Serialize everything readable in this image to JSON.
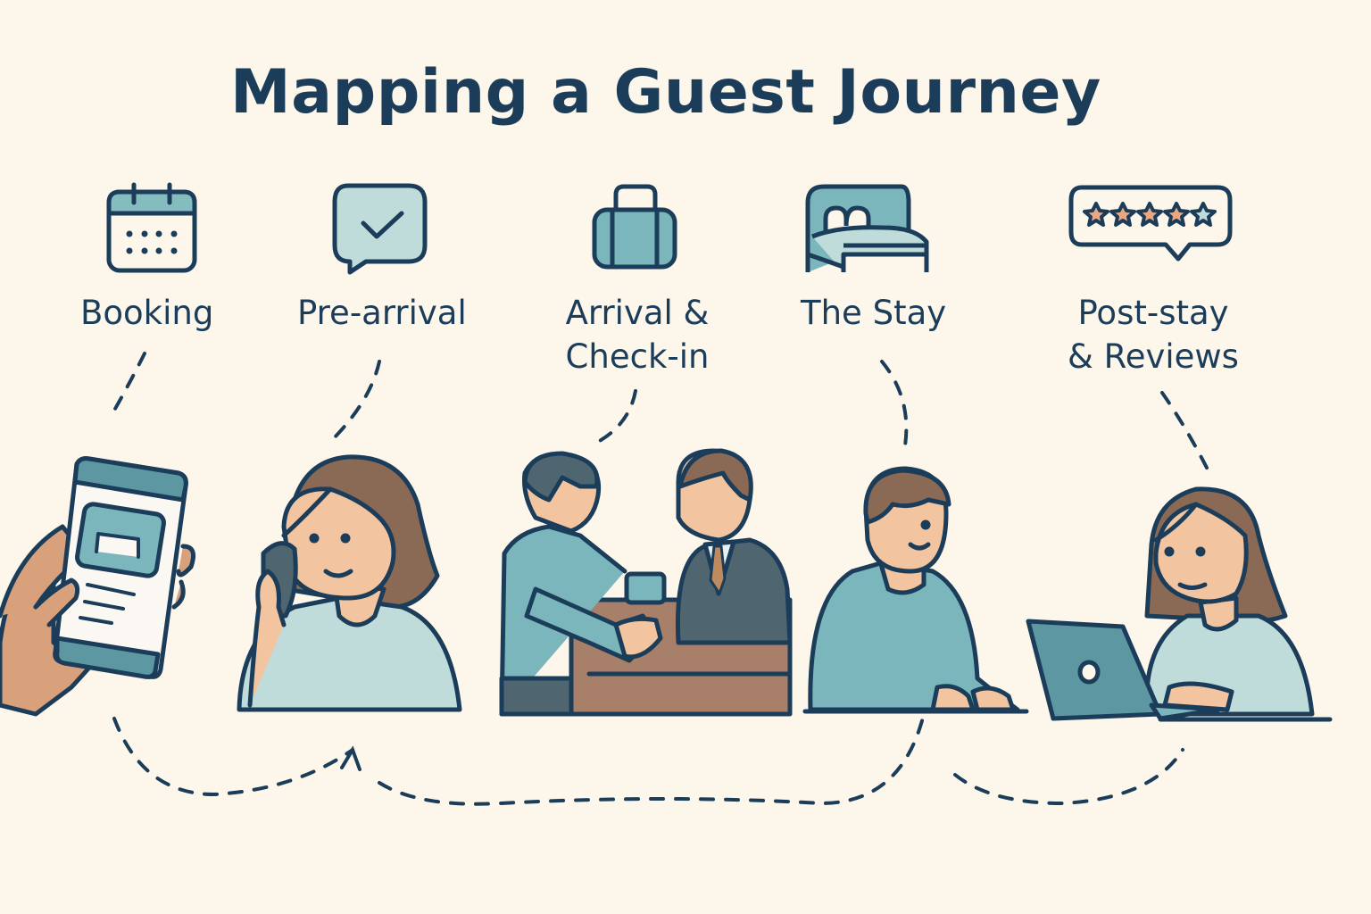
{
  "title": "Mapping a Guest Journey",
  "colors": {
    "background": "#fdf6ea",
    "ink": "#1b3d5a",
    "teal": "#6aaab3",
    "light_teal": "#bfdcdb",
    "skin": "#f2c4a0",
    "hair": "#8a6a55",
    "desk": "#a87f69",
    "suit": "#4f6670",
    "star_orange": "#e8a884"
  },
  "stages": [
    {
      "id": "booking",
      "label_lines": [
        "Booking"
      ],
      "icon": "calendar-icon",
      "illustration": "hand-holding-phone"
    },
    {
      "id": "pre-arrival",
      "label_lines": [
        "Pre-arrival"
      ],
      "icon": "chat-check-icon",
      "illustration": "woman-on-phone"
    },
    {
      "id": "arrival",
      "label_lines": [
        "Arrival &",
        "Check-in"
      ],
      "icon": "suitcase-icon",
      "illustration": "handshake-at-reception"
    },
    {
      "id": "stay",
      "label_lines": [
        "The Stay"
      ],
      "icon": "bed-icon",
      "illustration": "man-at-desk"
    },
    {
      "id": "post-stay",
      "label_lines": [
        "Post-stay",
        "& Reviews"
      ],
      "icon": "star-review-icon",
      "illustration": "woman-on-laptop"
    }
  ],
  "review_stars": {
    "filled": 4,
    "total": 5
  }
}
